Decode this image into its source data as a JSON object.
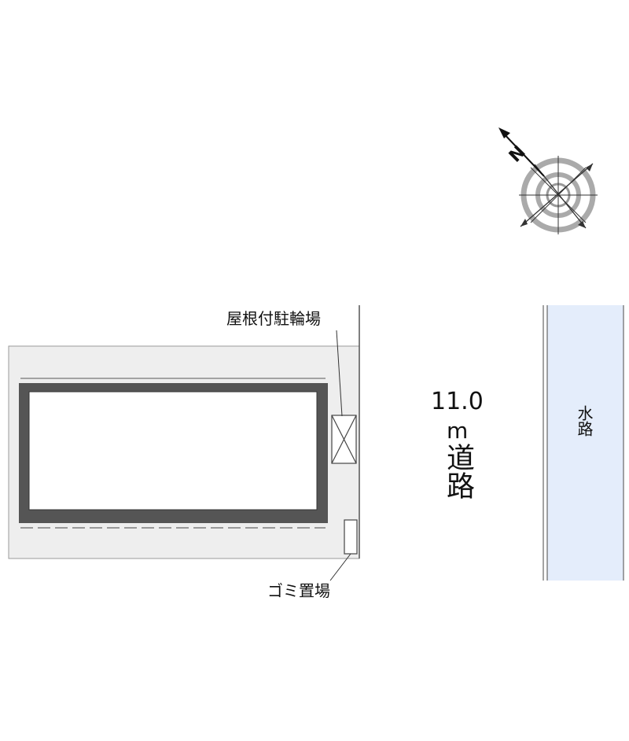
{
  "labels": {
    "bicycle_parking": "屋根付駐輪場",
    "garbage_area": "ゴミ置場",
    "road_width": "11.0",
    "road_unit": "m",
    "road": "道路",
    "waterway": "水路"
  },
  "colors": {
    "site_fill": "#eeeeee",
    "site_border": "#999999",
    "building_wall": "#555555",
    "waterway_fill": "#e4edfb",
    "compass_gray": "#aaaaaa",
    "line": "#333333"
  },
  "icons": {
    "compass": "north-arrow-compass-icon",
    "bicycle_rack": "crossed-box-icon"
  }
}
